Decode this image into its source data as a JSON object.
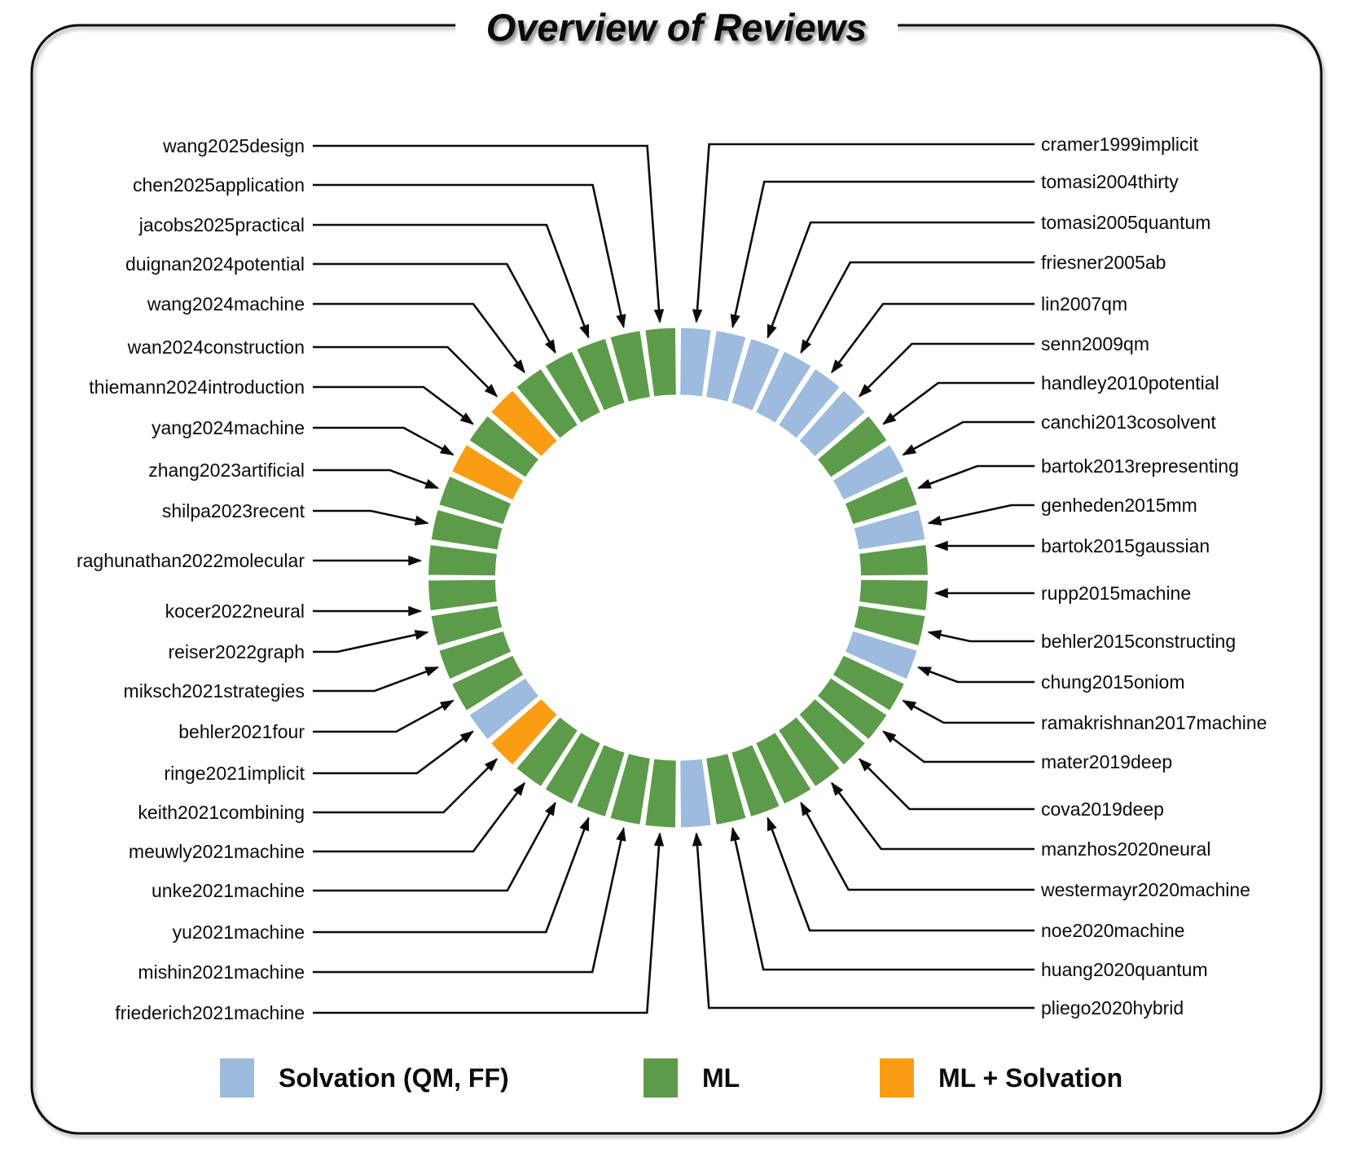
{
  "title": "Overview of Reviews",
  "colors": {
    "solvation": "#9DBBDC",
    "ml": "#5C9B4A",
    "ml_solvation": "#F99D14"
  },
  "legend": [
    {
      "label": "Solvation (QM, FF)",
      "key": "solvation"
    },
    {
      "label": "ML",
      "key": "ml"
    },
    {
      "label": "ML + Solvation",
      "key": "ml_solvation"
    }
  ],
  "chart_data": {
    "type": "categorical-ring",
    "description": "Ring of 44 equal segments; left column labels run counterclockwise from 12 o'clock, right column labels run clockwise from 12 o'clock; leader arrows connect each label to its segment.",
    "left": [
      {
        "label": "wang2025design",
        "category": "ml"
      },
      {
        "label": "chen2025application",
        "category": "ml"
      },
      {
        "label": "jacobs2025practical",
        "category": "ml"
      },
      {
        "label": "duignan2024potential",
        "category": "ml"
      },
      {
        "label": "wang2024machine",
        "category": "ml"
      },
      {
        "label": "wan2024construction",
        "category": "ml_solvation"
      },
      {
        "label": "thiemann2024introduction",
        "category": "ml"
      },
      {
        "label": "yang2024machine",
        "category": "ml_solvation"
      },
      {
        "label": "zhang2023artificial",
        "category": "ml"
      },
      {
        "label": "shilpa2023recent",
        "category": "ml"
      },
      {
        "label": "raghunathan2022molecular",
        "category": "ml"
      },
      {
        "label": "kocer2022neural",
        "category": "ml"
      },
      {
        "label": "reiser2022graph",
        "category": "ml"
      },
      {
        "label": "miksch2021strategies",
        "category": "ml"
      },
      {
        "label": "behler2021four",
        "category": "ml"
      },
      {
        "label": "ringe2021implicit",
        "category": "solvation"
      },
      {
        "label": "keith2021combining",
        "category": "ml_solvation"
      },
      {
        "label": "meuwly2021machine",
        "category": "ml"
      },
      {
        "label": "unke2021machine",
        "category": "ml"
      },
      {
        "label": "yu2021machine",
        "category": "ml"
      },
      {
        "label": "mishin2021machine",
        "category": "ml"
      },
      {
        "label": "friederich2021machine",
        "category": "ml"
      }
    ],
    "right": [
      {
        "label": "cramer1999implicit",
        "category": "solvation"
      },
      {
        "label": "tomasi2004thirty",
        "category": "solvation"
      },
      {
        "label": "tomasi2005quantum",
        "category": "solvation"
      },
      {
        "label": "friesner2005ab",
        "category": "solvation"
      },
      {
        "label": "lin2007qm",
        "category": "solvation"
      },
      {
        "label": "senn2009qm",
        "category": "solvation"
      },
      {
        "label": "handley2010potential",
        "category": "ml"
      },
      {
        "label": "canchi2013cosolvent",
        "category": "solvation"
      },
      {
        "label": "bartok2013representing",
        "category": "ml"
      },
      {
        "label": "genheden2015mm",
        "category": "solvation"
      },
      {
        "label": "bartok2015gaussian",
        "category": "ml"
      },
      {
        "label": "rupp2015machine",
        "category": "ml"
      },
      {
        "label": "behler2015constructing",
        "category": "ml"
      },
      {
        "label": "chung2015oniom",
        "category": "solvation"
      },
      {
        "label": "ramakrishnan2017machine",
        "category": "ml"
      },
      {
        "label": "mater2019deep",
        "category": "ml"
      },
      {
        "label": "cova2019deep",
        "category": "ml"
      },
      {
        "label": "manzhos2020neural",
        "category": "ml"
      },
      {
        "label": "westermayr2020machine",
        "category": "ml"
      },
      {
        "label": "noe2020machine",
        "category": "ml"
      },
      {
        "label": "huang2020quantum",
        "category": "ml"
      },
      {
        "label": "pliego2020hybrid",
        "category": "solvation"
      }
    ]
  }
}
